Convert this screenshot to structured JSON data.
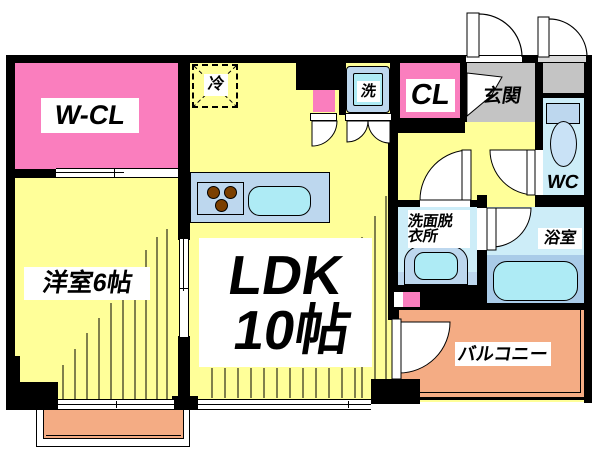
{
  "rooms": {
    "walk_in_closet": "W-CL",
    "western_room": "洋室6帖",
    "ldk_line1": "LDK",
    "ldk_line2": "10帖",
    "closet": "CL",
    "entrance": "玄関",
    "toilet": "WC",
    "washroom_line1": "洗面脱",
    "washroom_line2": "衣所",
    "bathroom": "浴室",
    "balcony": "バルコニー"
  },
  "fixtures": {
    "refrigerator": "冷",
    "washing_machine": "洗"
  },
  "colors": {
    "room-yellow": "#FFFF99",
    "closet-pink": "#FA7EBE",
    "entry-gray": "#C4C4C4",
    "wet-room-blue": "#CDEDF8",
    "counter-blue": "#BDD7EE",
    "fixture-cyan": "#AEEBF5",
    "tub-deck-blue": "#A9CBE8",
    "toilet-bowl-blue": "#C9E2F6",
    "balcony-salmon": "#F4AC84",
    "burner-brown": "#7B3F00",
    "wall-black": "#000000"
  }
}
